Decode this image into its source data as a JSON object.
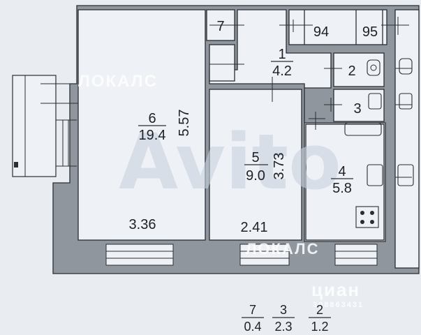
{
  "watermark": {
    "text_top": "ЛОКАЛС",
    "text_bottom": "ЛОКАЛС",
    "big": "Avito",
    "cian": "циан",
    "cian_id": "308863431"
  },
  "rooms": {
    "r6": {
      "number": "6",
      "area": "19.4",
      "dim_v": "5.57",
      "dim_h": "3.36"
    },
    "r5": {
      "number": "5",
      "area": "9.0",
      "dim_v": "3.73",
      "dim_h": "2.41"
    },
    "r4": {
      "number": "4",
      "area": "5.8"
    },
    "r1": {
      "number": "1",
      "area": "4.2"
    },
    "r7": {
      "number": "7"
    },
    "r2": {
      "number": "2"
    },
    "r3": {
      "number": "3"
    }
  },
  "neighbors": {
    "a": "94",
    "b": "95"
  },
  "legend": [
    {
      "number": "7",
      "area": "0.4"
    },
    {
      "number": "3",
      "area": "2.3"
    },
    {
      "number": "2",
      "area": "1.2"
    }
  ]
}
